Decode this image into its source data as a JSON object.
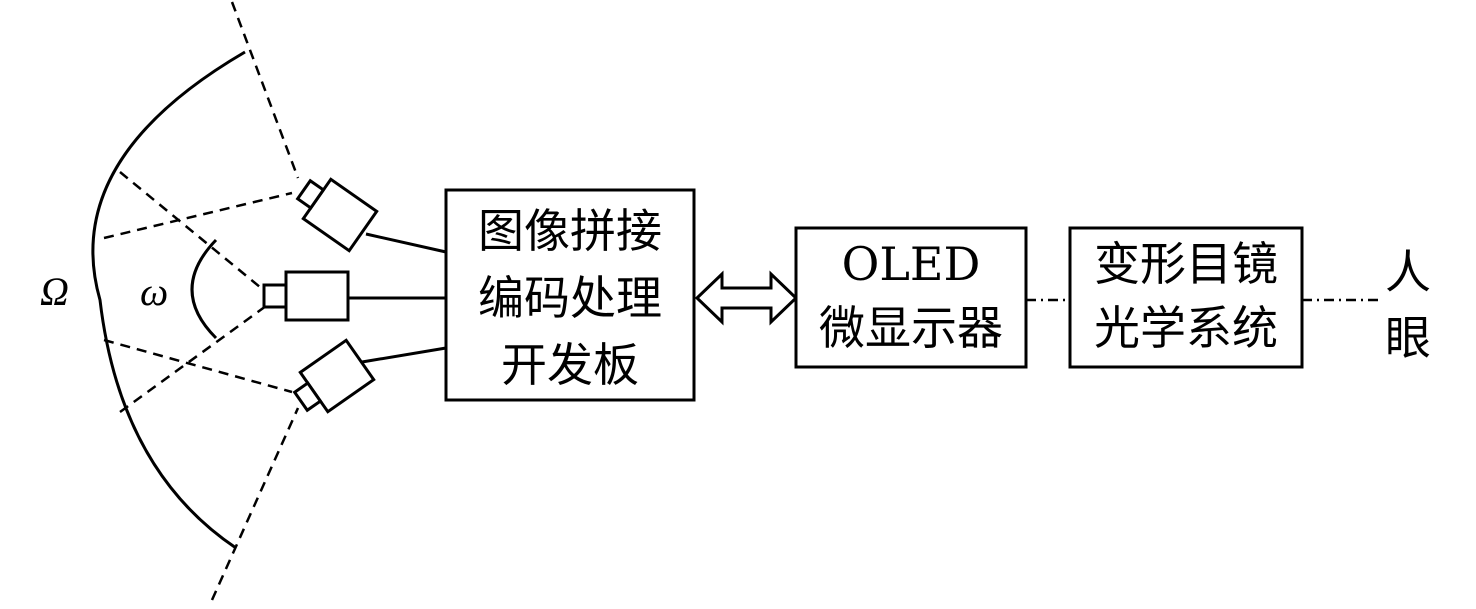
{
  "symbols": {
    "outer_angle": "Ω",
    "inner_angle": "ω"
  },
  "blocks": {
    "stitching_board": {
      "lines": [
        "图像拼接",
        "编码处理",
        "开发板"
      ]
    },
    "oled": {
      "lines": [
        "OLED",
        "微显示器"
      ]
    },
    "optics": {
      "lines": [
        "变形目镜",
        "光学系统"
      ]
    },
    "eye": {
      "lines": [
        "人",
        "眼"
      ]
    }
  },
  "colors": {
    "stroke": "#000000",
    "background": "#ffffff"
  },
  "icons": {
    "camera": "camera-icon",
    "bidirectional_arrow": "double-arrow-icon"
  }
}
